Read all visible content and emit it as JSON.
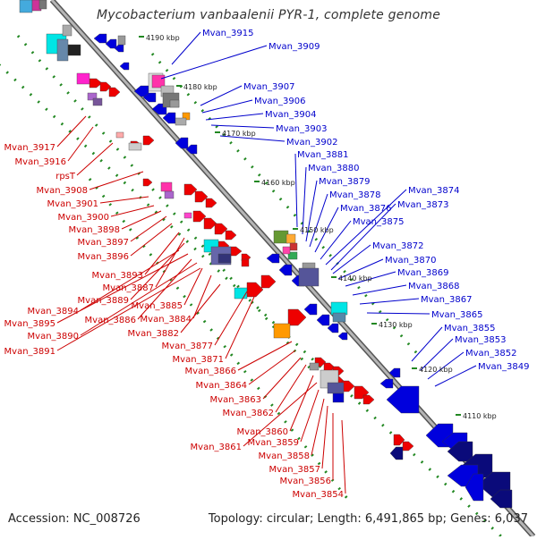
{
  "title": "Mycobacterium vanbaalenii PYR-1, complete genome",
  "footer": {
    "accession": "Accession: NC_008726",
    "topology": "Topology: circular; Length: 6,491,865 bp; Genes: 6,037"
  },
  "colors": {
    "forward": "#ff0000",
    "reverse": "#0000ff",
    "backbone": "#888888",
    "tick": "#228822",
    "label_forward": "#cc0000",
    "label_reverse": "#0000cc"
  },
  "ticks": [
    "4190 kbp",
    "4180 kbp",
    "4170 kbp",
    "4160 kbp",
    "4150 kbp",
    "4140 kbp",
    "4130 kbp",
    "4120 kbp",
    "4110 kbp"
  ],
  "labels_reverse": [
    "Mvan_3915",
    "Mvan_3909",
    "Mvan_3907",
    "Mvan_3906",
    "Mvan_3904",
    "Mvan_3903",
    "Mvan_3902",
    "Mvan_3881",
    "Mvan_3880",
    "Mvan_3879",
    "Mvan_3878",
    "Mvan_3876",
    "Mvan_3875",
    "Mvan_3874",
    "Mvan_3873",
    "Mvan_3872",
    "Mvan_3870",
    "Mvan_3869",
    "Mvan_3868",
    "Mvan_3867",
    "Mvan_3865",
    "Mvan_3855",
    "Mvan_3853",
    "Mvan_3852",
    "Mvan_3849"
  ],
  "labels_forward": [
    "Mvan_3917",
    "Mvan_3916",
    "rpsT",
    "Mvan_3908",
    "Mvan_3901",
    "Mvan_3900",
    "Mvan_3898",
    "Mvan_3897",
    "Mvan_3896",
    "Mvan_3893",
    "Mvan_3887",
    "Mvan_3889",
    "Mvan_3894",
    "Mvan_3885",
    "Mvan_3895",
    "Mvan_3886",
    "Mvan_3884",
    "Mvan_3890",
    "Mvan_3882",
    "Mvan_3891",
    "Mvan_3877",
    "Mvan_3871",
    "Mvan_3866",
    "Mvan_3864",
    "Mvan_3863",
    "Mvan_3862",
    "Mvan_3860",
    "Mvan_3861",
    "Mvan_3859",
    "Mvan_3858",
    "Mvan_3857",
    "Mvan_3856",
    "Mvan_3854"
  ]
}
